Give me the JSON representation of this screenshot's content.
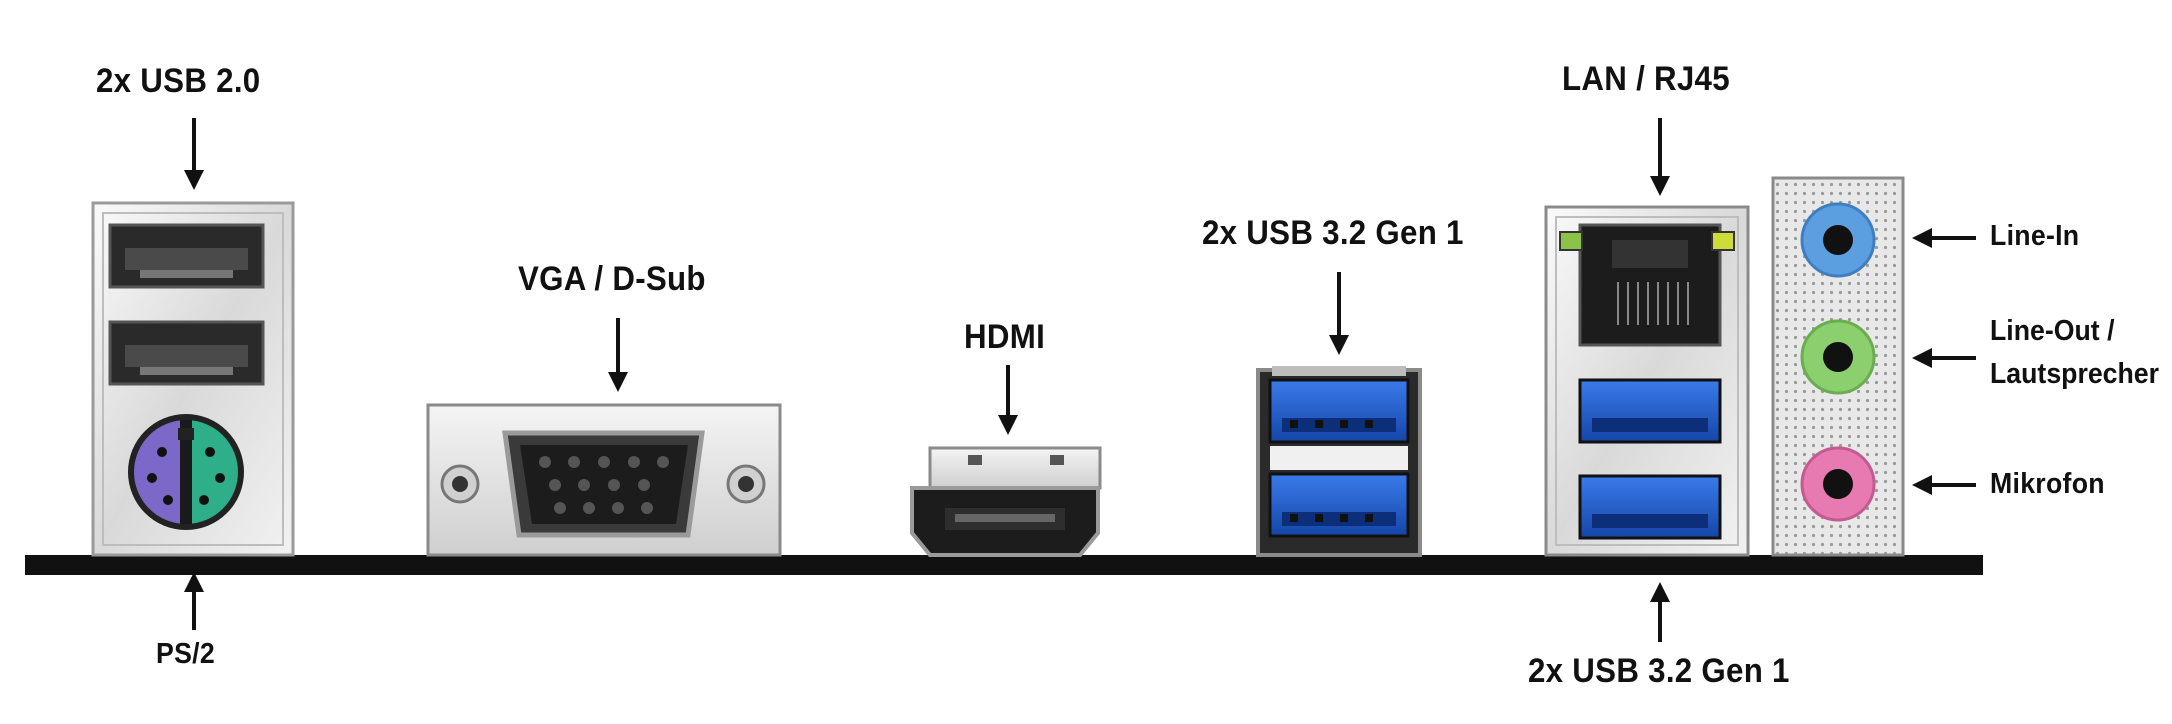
{
  "labels": {
    "usb2": "2x USB 2.0",
    "ps2": "PS/2",
    "vga": "VGA / D-Sub",
    "hdmi": "HDMI",
    "usb3_mid": "2x USB 3.2 Gen 1",
    "lan": "LAN / RJ45",
    "usb3_bottom": "2x USB 3.2 Gen 1",
    "line_in": "Line-In",
    "line_out_1": "Line-Out /",
    "line_out_2": "Lautsprecher",
    "mic": "Mikrofon"
  },
  "colors": {
    "ps2_keyboard": "#7b68c8",
    "ps2_mouse": "#2fae8a",
    "usb3_blue": "#1f5fd6",
    "audio_line_in": "#5b9fe0",
    "audio_line_out": "#8ccf6e",
    "audio_mic": "#e77ab0",
    "led_green": "#8bc34a",
    "led_yellow": "#cddc39",
    "bracket_silver": "#e6e6e6",
    "pcb_line": "#111111"
  },
  "icons": [
    "usb-port-icon",
    "ps2-port-icon",
    "vga-port-icon",
    "hdmi-port-icon",
    "rj45-port-icon",
    "audio-jack-icon"
  ]
}
